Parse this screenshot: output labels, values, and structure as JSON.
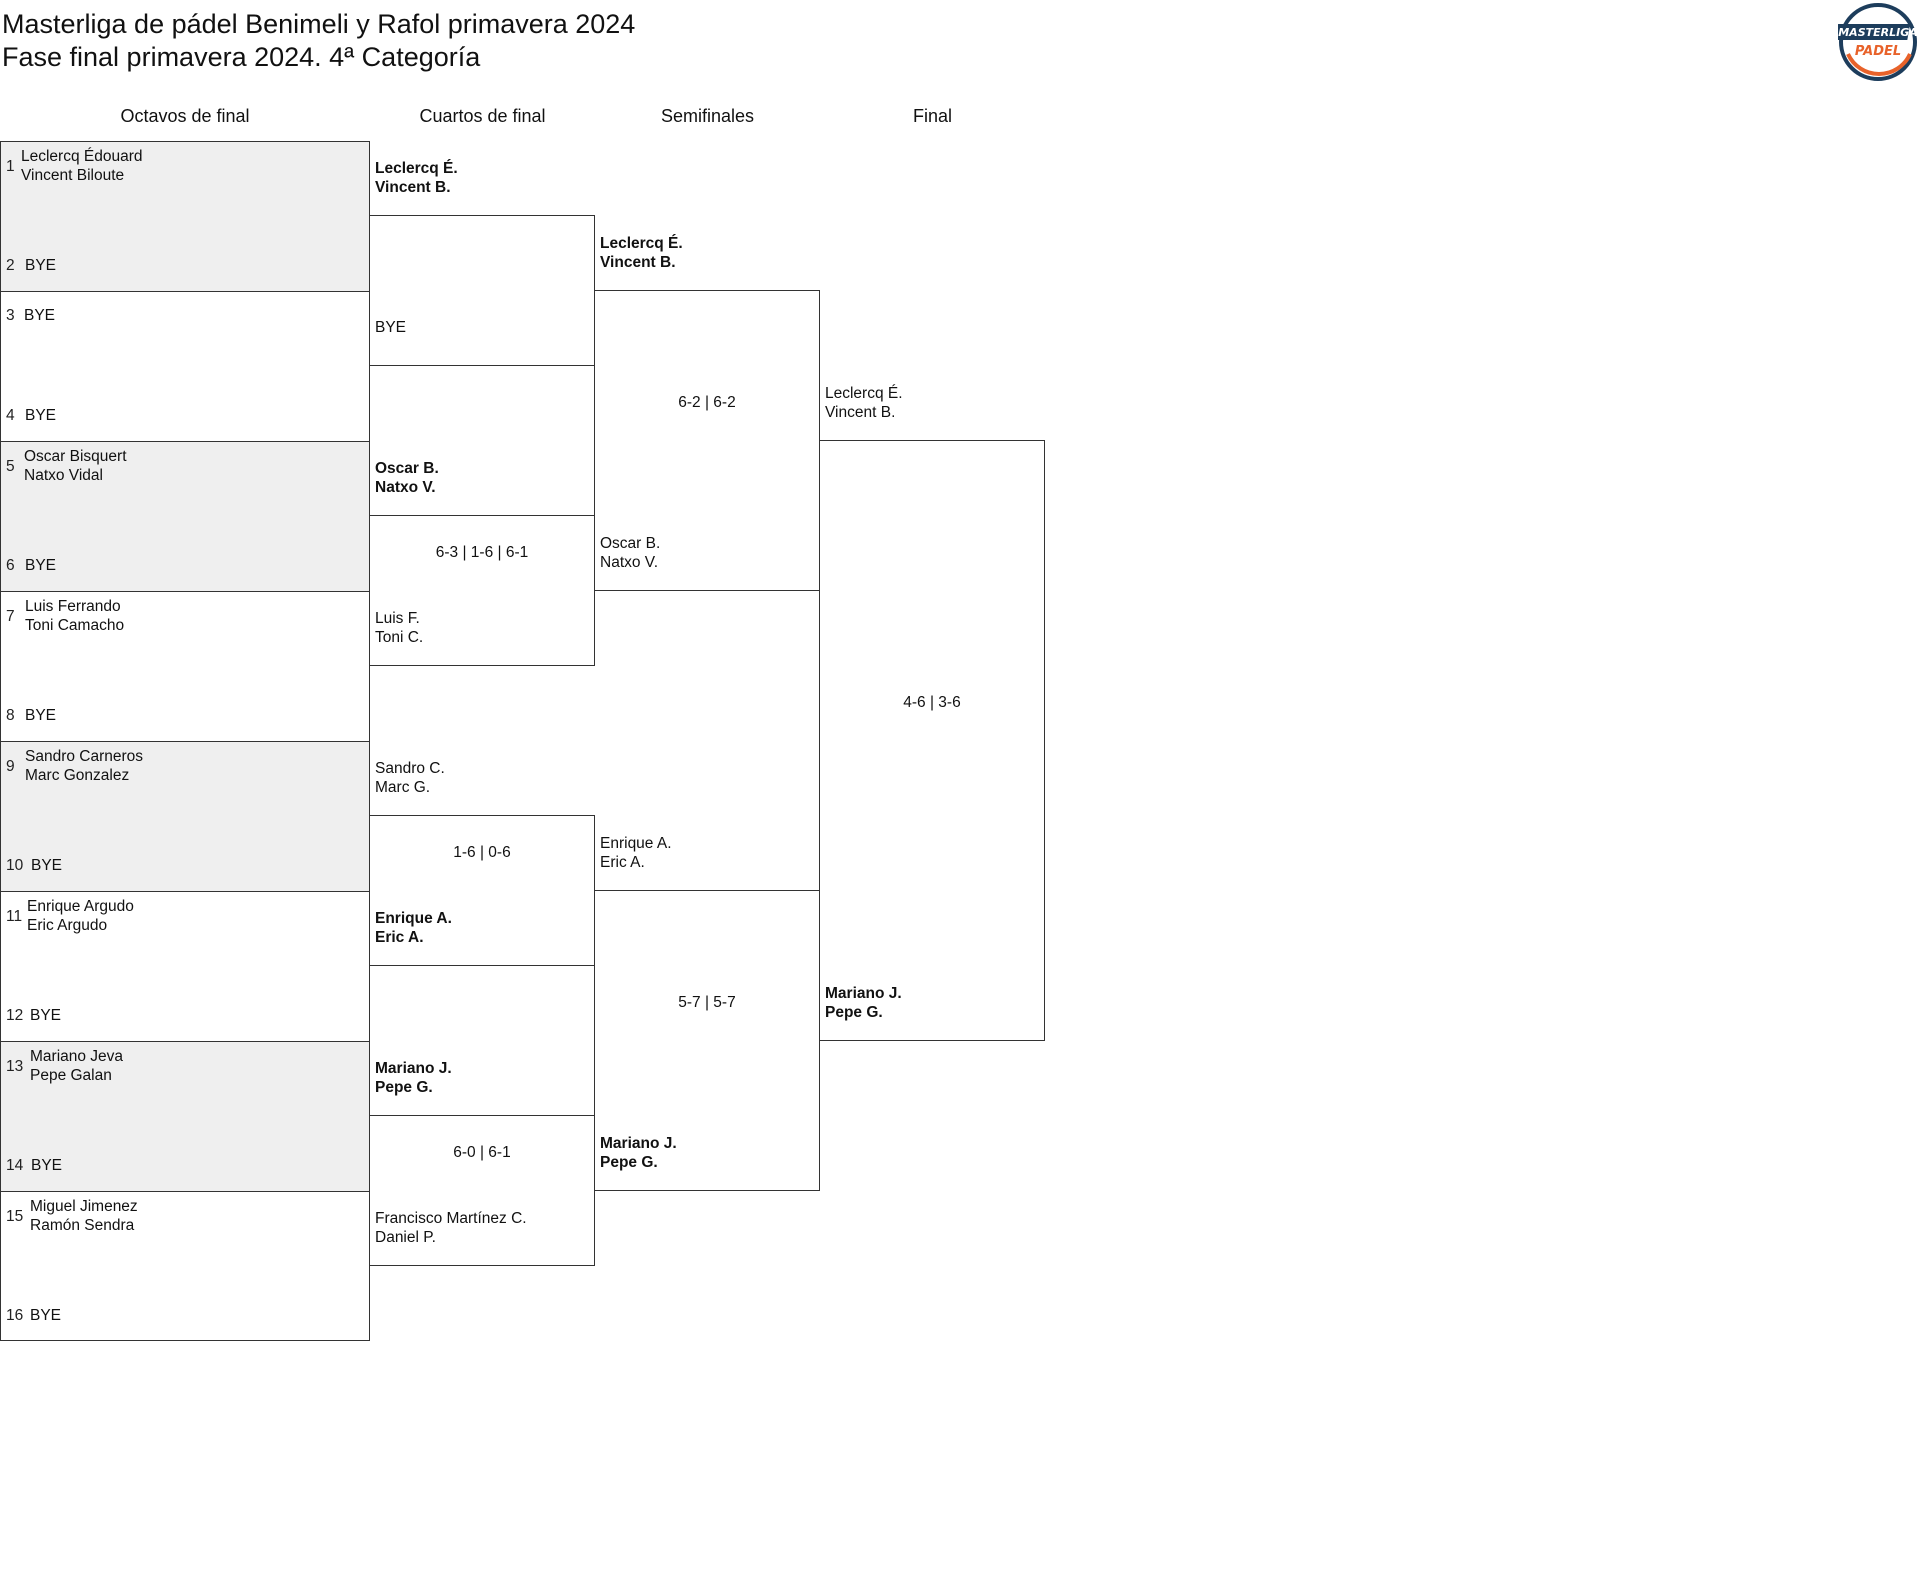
{
  "header": {
    "title_line1": "Masterliga de pádel Benimeli y Rafol primavera 2024",
    "title_line2": "Fase final primavera 2024. 4ª Categoría",
    "logo_text_top": "MASTERLIGA",
    "logo_text_bottom": "PADEL",
    "brand_colors": {
      "navy": "#1d3d5c",
      "orange": "#e8622a"
    }
  },
  "rounds": {
    "r16": "Octavos de final",
    "qf": "Cuartos de final",
    "sf": "Semifinales",
    "final": "Final"
  },
  "r16": [
    {
      "seed_a": "1",
      "a": [
        "Leclercq Édouard",
        "Vincent Biloute"
      ],
      "seed_b": "2",
      "b": "BYE"
    },
    {
      "seed_a": "3",
      "a": [
        "BYE",
        ""
      ],
      "seed_b": "4",
      "b": "BYE"
    },
    {
      "seed_a": "5",
      "a": [
        "Oscar Bisquert",
        "Natxo Vidal"
      ],
      "seed_b": "6",
      "b": "BYE"
    },
    {
      "seed_a": "7",
      "a": [
        "Luis Ferrando",
        "Toni Camacho"
      ],
      "seed_b": "8",
      "b": "BYE"
    },
    {
      "seed_a": "9",
      "a": [
        "Sandro Carneros",
        "Marc Gonzalez"
      ],
      "seed_b": "10",
      "b": "BYE"
    },
    {
      "seed_a": "11",
      "a": [
        "Enrique Argudo",
        "Eric Argudo"
      ],
      "seed_b": "12",
      "b": "BYE"
    },
    {
      "seed_a": "13",
      "a": [
        "Mariano Jeva",
        "Pepe Galan"
      ],
      "seed_b": "14",
      "b": "BYE"
    },
    {
      "seed_a": "15",
      "a": [
        "Miguel Jimenez",
        "Ramón Sendra"
      ],
      "seed_b": "16",
      "b": "BYE"
    }
  ],
  "qf": [
    {
      "top": [
        "Leclercq É.",
        "Vincent B."
      ],
      "bottom": [
        "BYE",
        ""
      ],
      "score": ""
    },
    {
      "top": [
        "Oscar B.",
        "Natxo V."
      ],
      "bottom": [
        "Luis F.",
        "Toni C."
      ],
      "score": "6-3 | 1-6 | 6-1"
    },
    {
      "top": [
        "Sandro C.",
        "Marc G."
      ],
      "bottom": [
        "Enrique A.",
        "Eric A."
      ],
      "score": "1-6 | 0-6"
    },
    {
      "top": [
        "Mariano J.",
        "Pepe G."
      ],
      "bottom": [
        "Francisco Martínez C.",
        "Daniel P."
      ],
      "score": "6-0 | 6-1"
    }
  ],
  "sf": [
    {
      "top": [
        "Leclercq É.",
        "Vincent B."
      ],
      "bottom": [
        "Oscar B.",
        "Natxo V."
      ],
      "score": "6-2 | 6-2"
    },
    {
      "top": [
        "Enrique A.",
        "Eric A."
      ],
      "bottom": [
        "Mariano J.",
        "Pepe G."
      ],
      "score": "5-7 | 5-7"
    }
  ],
  "final": {
    "top": [
      "Leclercq É.",
      "Vincent B."
    ],
    "bottom": [
      "Mariano J.",
      "Pepe G."
    ],
    "score": "4-6 | 3-6"
  }
}
